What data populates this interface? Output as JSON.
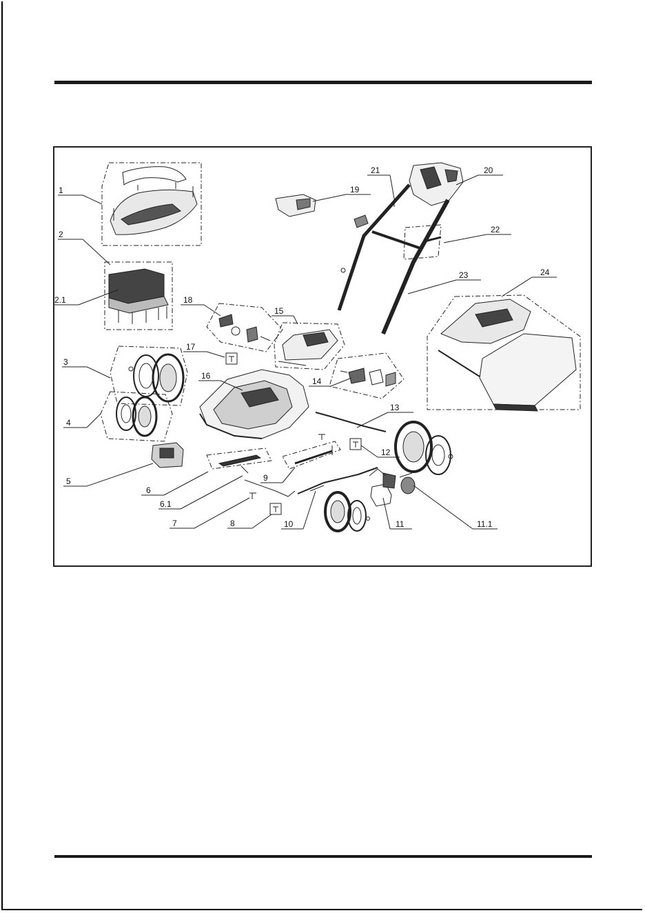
{
  "labels": {
    "l1": "1",
    "l2": "2",
    "l2_1": "2.1",
    "l3": "3",
    "l4": "4",
    "l5": "5",
    "l6": "6",
    "l6_1": "6.1",
    "l7": "7",
    "l8": "8",
    "l9": "9",
    "l10": "10",
    "l11": "11",
    "l11_1": "11.1",
    "l12": "12",
    "l13": "13",
    "l14": "14",
    "l15": "15",
    "l16": "16",
    "l17": "17",
    "l18": "18",
    "l19": "19",
    "l20": "20",
    "l21": "21",
    "l22": "22",
    "l23": "23",
    "l24": "24"
  }
}
